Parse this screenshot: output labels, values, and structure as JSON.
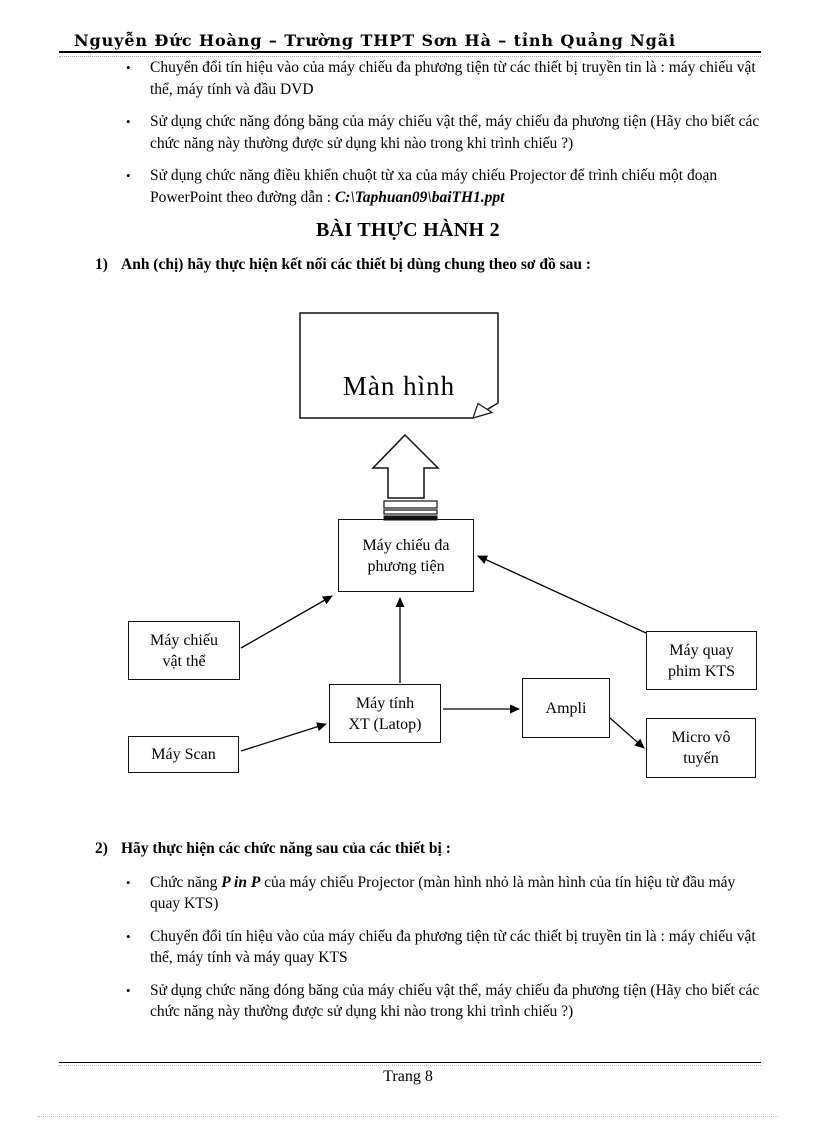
{
  "ui": {
    "bullet_char": "•"
  },
  "header": {
    "title": "Nguyễn Đức Hoàng – Trường THPT Sơn Hà – tỉnh Quảng Ngãi"
  },
  "section_a": {
    "bullets": [
      {
        "text": "Chuyển đổi tín hiệu vào của máy chiếu đa phương tiện từ các thiết bị truyền tin là : máy chiếu vật thể, máy tính và đầu DVD"
      },
      {
        "text": "Sử dụng chức năng đóng băng của máy chiếu vật thể, máy chiếu đa phương tiện (Hãy cho biết các chức năng này thường được sử dụng khi nào trong khi trình chiếu ?)"
      },
      {
        "text": "Sử dụng chức năng điều khiển chuột từ xa của máy chiếu Projector để trình chiếu một đoạn PowerPoint theo đường dẫn : ",
        "path": "C:\\Taphuan09\\baiTH1.ppt"
      }
    ]
  },
  "doc_title": "BÀI THỰC HÀNH 2",
  "task1": {
    "number": "1)",
    "text": "Anh (chị) hãy thực hiện kết nối các thiết bị dùng chung theo sơ đồ sau :"
  },
  "diagram": {
    "boxes": {
      "man_hinh": {
        "label": "Màn hình"
      },
      "da_phuong_tien": {
        "line1": "Máy chiếu đa",
        "line2": "phương tiện"
      },
      "vat_the": {
        "line1": "Máy chiếu",
        "line2": "vật thể"
      },
      "may_scan": {
        "line1": "Máy Scan"
      },
      "may_tinh": {
        "line1": "Máy tính",
        "line2": "XT (Latop)"
      },
      "ampli": {
        "line1": "Ampli"
      },
      "may_quay": {
        "line1": "Máy quay",
        "line2": "phim KTS"
      },
      "micro": {
        "line1": "Micro vô",
        "line2": "tuyến"
      }
    }
  },
  "task2": {
    "number": "2)",
    "text": "Hãy thực hiện các chức năng sau của các thiết bị :",
    "bullets": [
      {
        "prefix": "Chức năng ",
        "em": "P in P",
        "suffix": " của máy chiếu Projector (màn hình nhỏ là màn hình của tín hiệu từ đầu máy quay KTS)"
      },
      {
        "text": "Chuyển đổi tín hiệu vào của máy chiếu đa phương tiện từ các thiết bị truyền tin là : máy chiếu vật thể, máy tính và máy quay KTS"
      },
      {
        "text": "Sử dụng chức năng đóng băng của máy chiếu vật thể, máy chiếu đa phương tiện (Hãy cho biết các chức năng này thường được sử dụng khi nào trong khi trình chiếu ?)"
      }
    ]
  },
  "footer": {
    "page_label": "Trang 8"
  }
}
